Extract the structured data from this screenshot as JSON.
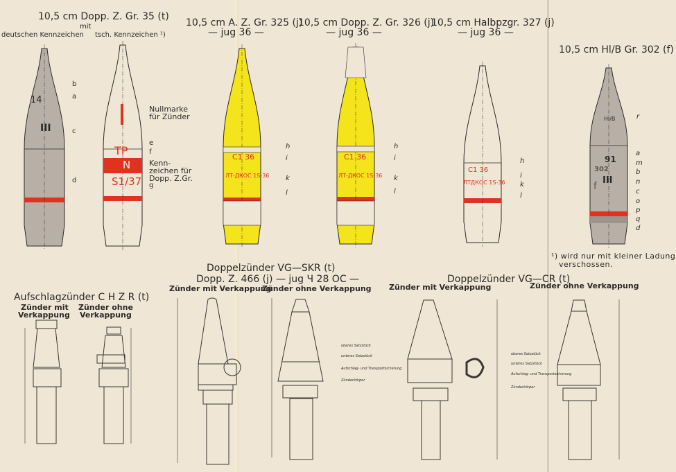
{
  "colors": {
    "paper": "#efe6d5",
    "grey_shell": "#b8b0a6",
    "yellow_shell": "#f4e41c",
    "band": "#e0321e",
    "ink": "#2c2a28"
  },
  "shells": [
    {
      "title": "10,5 cm Dopp. Z. Gr. 35 (t)",
      "mit": "mit",
      "left_caption": "deutschen Kennzeichen",
      "right_caption": "tsch. Kennzeichen ¹)",
      "marks_german": {
        "lot": "14",
        "roman": "III",
        "letters": [
          "b",
          "a",
          "c",
          "d"
        ]
      },
      "marks_czech": {
        "nullmarke": "Nullmarke",
        "fuer_zuender": "für Zünder",
        "tp": "TP",
        "n": "N",
        "s137": "S1/37",
        "kenn1": "Kenn-",
        "kenn2": "zeichen für",
        "kenn3": "Dopp. Z.Gr.",
        "letters": [
          "e",
          "f",
          "g"
        ]
      }
    },
    {
      "title": "10,5 cm  A. Z. Gr. 325 (j)",
      "sub": "— jug  36 —",
      "mark1": "C1   36",
      "mark2": "ЛТ-ДКОС 1S-36",
      "letters": [
        "h",
        "i",
        "k",
        "l"
      ]
    },
    {
      "title": "10,5 cm Dopp. Z. Gr. 326 (j)",
      "sub": "— jug  36 —",
      "mark1": "C1   36",
      "mark2": "ЛТ-ДКОС 1S-36",
      "letters": [
        "h",
        "i",
        "k",
        "l"
      ]
    },
    {
      "title": "10,5 cm Halbpzgr. 327 (j)",
      "sub": "— jug  36 —",
      "mark1": "C1   36",
      "mark2": "ЛТДКОС 1S-36",
      "letters": [
        "h",
        "i",
        "k",
        "l"
      ]
    },
    {
      "title": "10,5 cm Hl/B Gr. 302 (f)",
      "mark_hlb": "Hl/B",
      "mark_91": "91",
      "mark_302": "302",
      "mark_roman": "III",
      "mark_f": "f",
      "letters": [
        "r",
        "a",
        "m",
        "b",
        "n",
        "c",
        "o",
        "p",
        "q",
        "d"
      ]
    }
  ],
  "footnote": {
    "line1": "¹) wird nur mit kleiner Ladung",
    "line2": "verschossen."
  },
  "fuzes": [
    {
      "title": "Aufschlagzünder  C H Z R  (t)",
      "with_cap": [
        "Zünder mit",
        "Verkappung"
      ],
      "without_cap": [
        "Zünder ohne",
        "Verkappung"
      ]
    },
    {
      "title": "Doppelzünder VG—SKR (t)",
      "title2": "Dopp. Z. 466 (j) — jug Ч 28 OC —",
      "with_cap": "Zünder mit Verkappung",
      "without_cap": "Zünder ohne Verkappung",
      "parts": [
        "oberes Satzstück",
        "unteres Satzstück",
        "Aufschlag- und Transportsicherung",
        "Zünderkörper"
      ]
    },
    {
      "title": "Doppelzünder VG—CR (t)",
      "with_cap": "Zünder mit Verkappung",
      "without_cap": "Zünder ohne Verkappung",
      "parts": [
        "oberes Satzstück",
        "unteres Satzstück",
        "Aufschlag- und Transportsicherung",
        "Zünderkörper"
      ]
    }
  ]
}
